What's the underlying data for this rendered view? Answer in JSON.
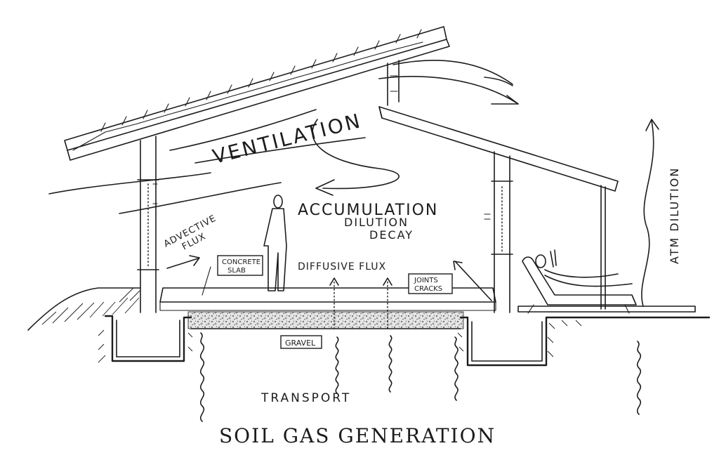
{
  "labels": {
    "ventilation": "VENTILATION",
    "accumulation": "ACCUMULATION",
    "dilution": "DILUTION",
    "decay": "DECAY",
    "advective_line1": "ADVECTIVE",
    "advective_line2": "FLUX",
    "concrete_line1": "CONCRETE",
    "concrete_line2": "SLAB",
    "diffusive_flux": "DIFFUSIVE FLUX",
    "joints_line1": "JOINTS",
    "joints_line2": "CRACKS",
    "gravel": "GRAVEL",
    "transport": "TRANSPORT",
    "atm_dilution": "ATM DILUTION",
    "soil_gas_generation": "SOIL GAS GENERATION"
  },
  "colors": {
    "ink": "#1c1c1c",
    "paper": "#ffffff",
    "gravel": "#d9d9d9"
  },
  "icons": [
    "standing-person-icon",
    "reclining-person-icon",
    "lounge-chair-icon",
    "wavy-gas-arrow-icon"
  ]
}
